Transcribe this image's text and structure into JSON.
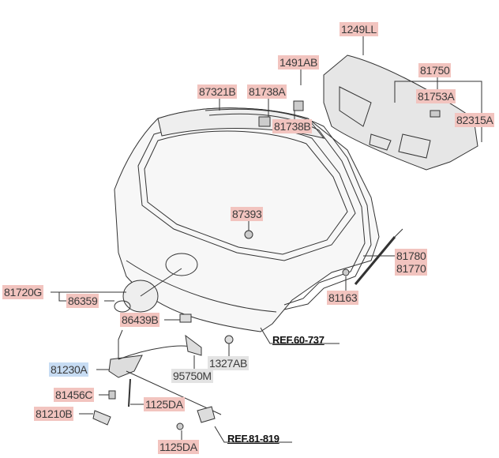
{
  "parts": {
    "p1249LL": "1249LL",
    "p1491AB": "1491AB",
    "p81750": "81750",
    "p87321B": "87321B",
    "p81738A": "81738A",
    "p81753A": "81753A",
    "p81738B": "81738B",
    "p82315A": "82315A",
    "p87393": "87393",
    "p81780": "81780",
    "p81770": "81770",
    "p81720G": "81720G",
    "p86359": "86359",
    "p81163": "81163",
    "p86439B": "86439B",
    "p81230A": "81230A",
    "p1327AB": "1327AB",
    "p95750M": "95750M",
    "p81456C": "81456C",
    "p1125DA_a": "1125DA",
    "p81210B": "81210B",
    "p1125DA_b": "1125DA"
  },
  "references": {
    "ref1": "REF.60-737",
    "ref2": "REF.81-819"
  },
  "colors": {
    "label_default": "#f2c4bf",
    "label_highlight": "#c7dcf3",
    "label_gray": "#e3e3e3"
  }
}
